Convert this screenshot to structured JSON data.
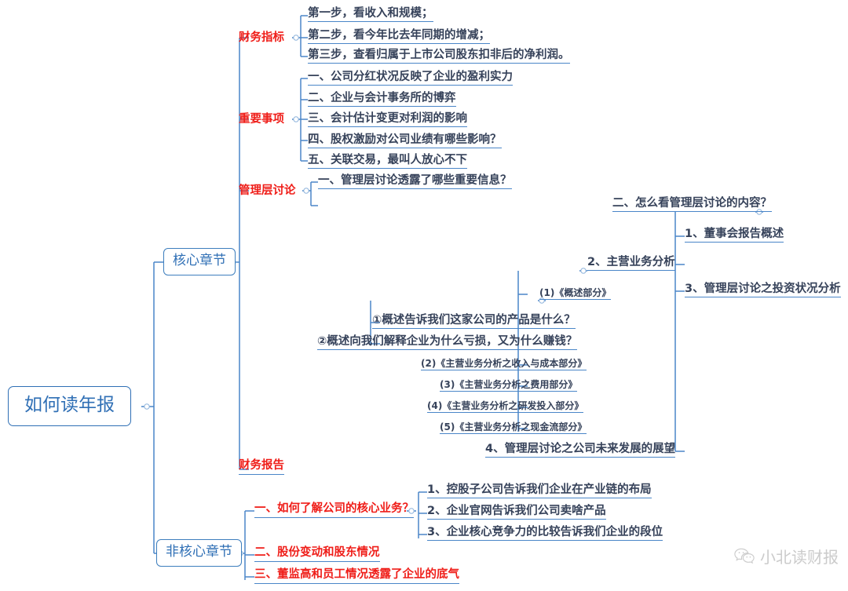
{
  "title": "如何读年报",
  "colors": {
    "line": "#4a86c8",
    "box_border": "#3d7ebd",
    "root_text": "#2f6fb5",
    "red_text": "#ef1d18",
    "body_text": "#36425a",
    "watermark": "#c9c9c9",
    "background": "#ffffff"
  },
  "root": {
    "label": "如何读年报"
  },
  "branches": {
    "core": {
      "label": "核心章节"
    },
    "noncore": {
      "label": "非核心章节"
    }
  },
  "core_sections": {
    "financial_indicators": {
      "label": "财务指标"
    },
    "important_matters": {
      "label": "重要事项"
    },
    "mgmt_discussion": {
      "label": "管理层讨论"
    },
    "financial_report": {
      "label": "财务报告"
    }
  },
  "financial_indicator_steps": [
    "第一步，看收入和规模；",
    "第二步，看今年比去年同期的增减；",
    "第三步，查看归属于上市公司股东扣非后的净利润。"
  ],
  "important_matters_items": [
    "一、公司分红状况反映了企业的盈利实力",
    "二、企业与会计事务所的博弈",
    "三、会计估计变更对利润的影响",
    "四、股权激励对公司业绩有哪些影响？",
    "五、关联交易，最叫人放心不下"
  ],
  "mgmt_discussion_items": [
    "一、管理层讨论透露了哪些重要信息？",
    "二、怎么看管理层讨论的内容？"
  ],
  "mgmt_content_children": [
    "1、董事会报告概述",
    "2、主营业务分析",
    "3、管理层讨论之投资状况分析",
    "4、管理层讨论之公司未来发展的展望"
  ],
  "main_business_parts": [
    "(1)《概述部分》",
    "(2)《主营业务分析之收入与成本部分》",
    "(3)《主营业务分析之费用部分》",
    "(4)《主营业务分析之研发投入部分》",
    "(5)《主营业务分析之现金流部分》"
  ],
  "overview_part_children": [
    "①概述告诉我们这家公司的产品是什么？",
    "②概述向我们解释企业为什么亏损，又为什么赚钱？"
  ],
  "noncore_items": [
    "一、如何了解公司的核心业务？",
    "二、股份变动和股东情况",
    "三、董监高和员工情况透露了企业的底气"
  ],
  "core_business_children": [
    "1、控股子公司告诉我们企业在产业链的布局",
    "2、企业官网告诉我们公司卖啥产品",
    "3、企业核心竞争力的比较告诉我们企业的段位"
  ],
  "watermark": {
    "text": "小北读财报",
    "icon": "wechat-icon"
  }
}
